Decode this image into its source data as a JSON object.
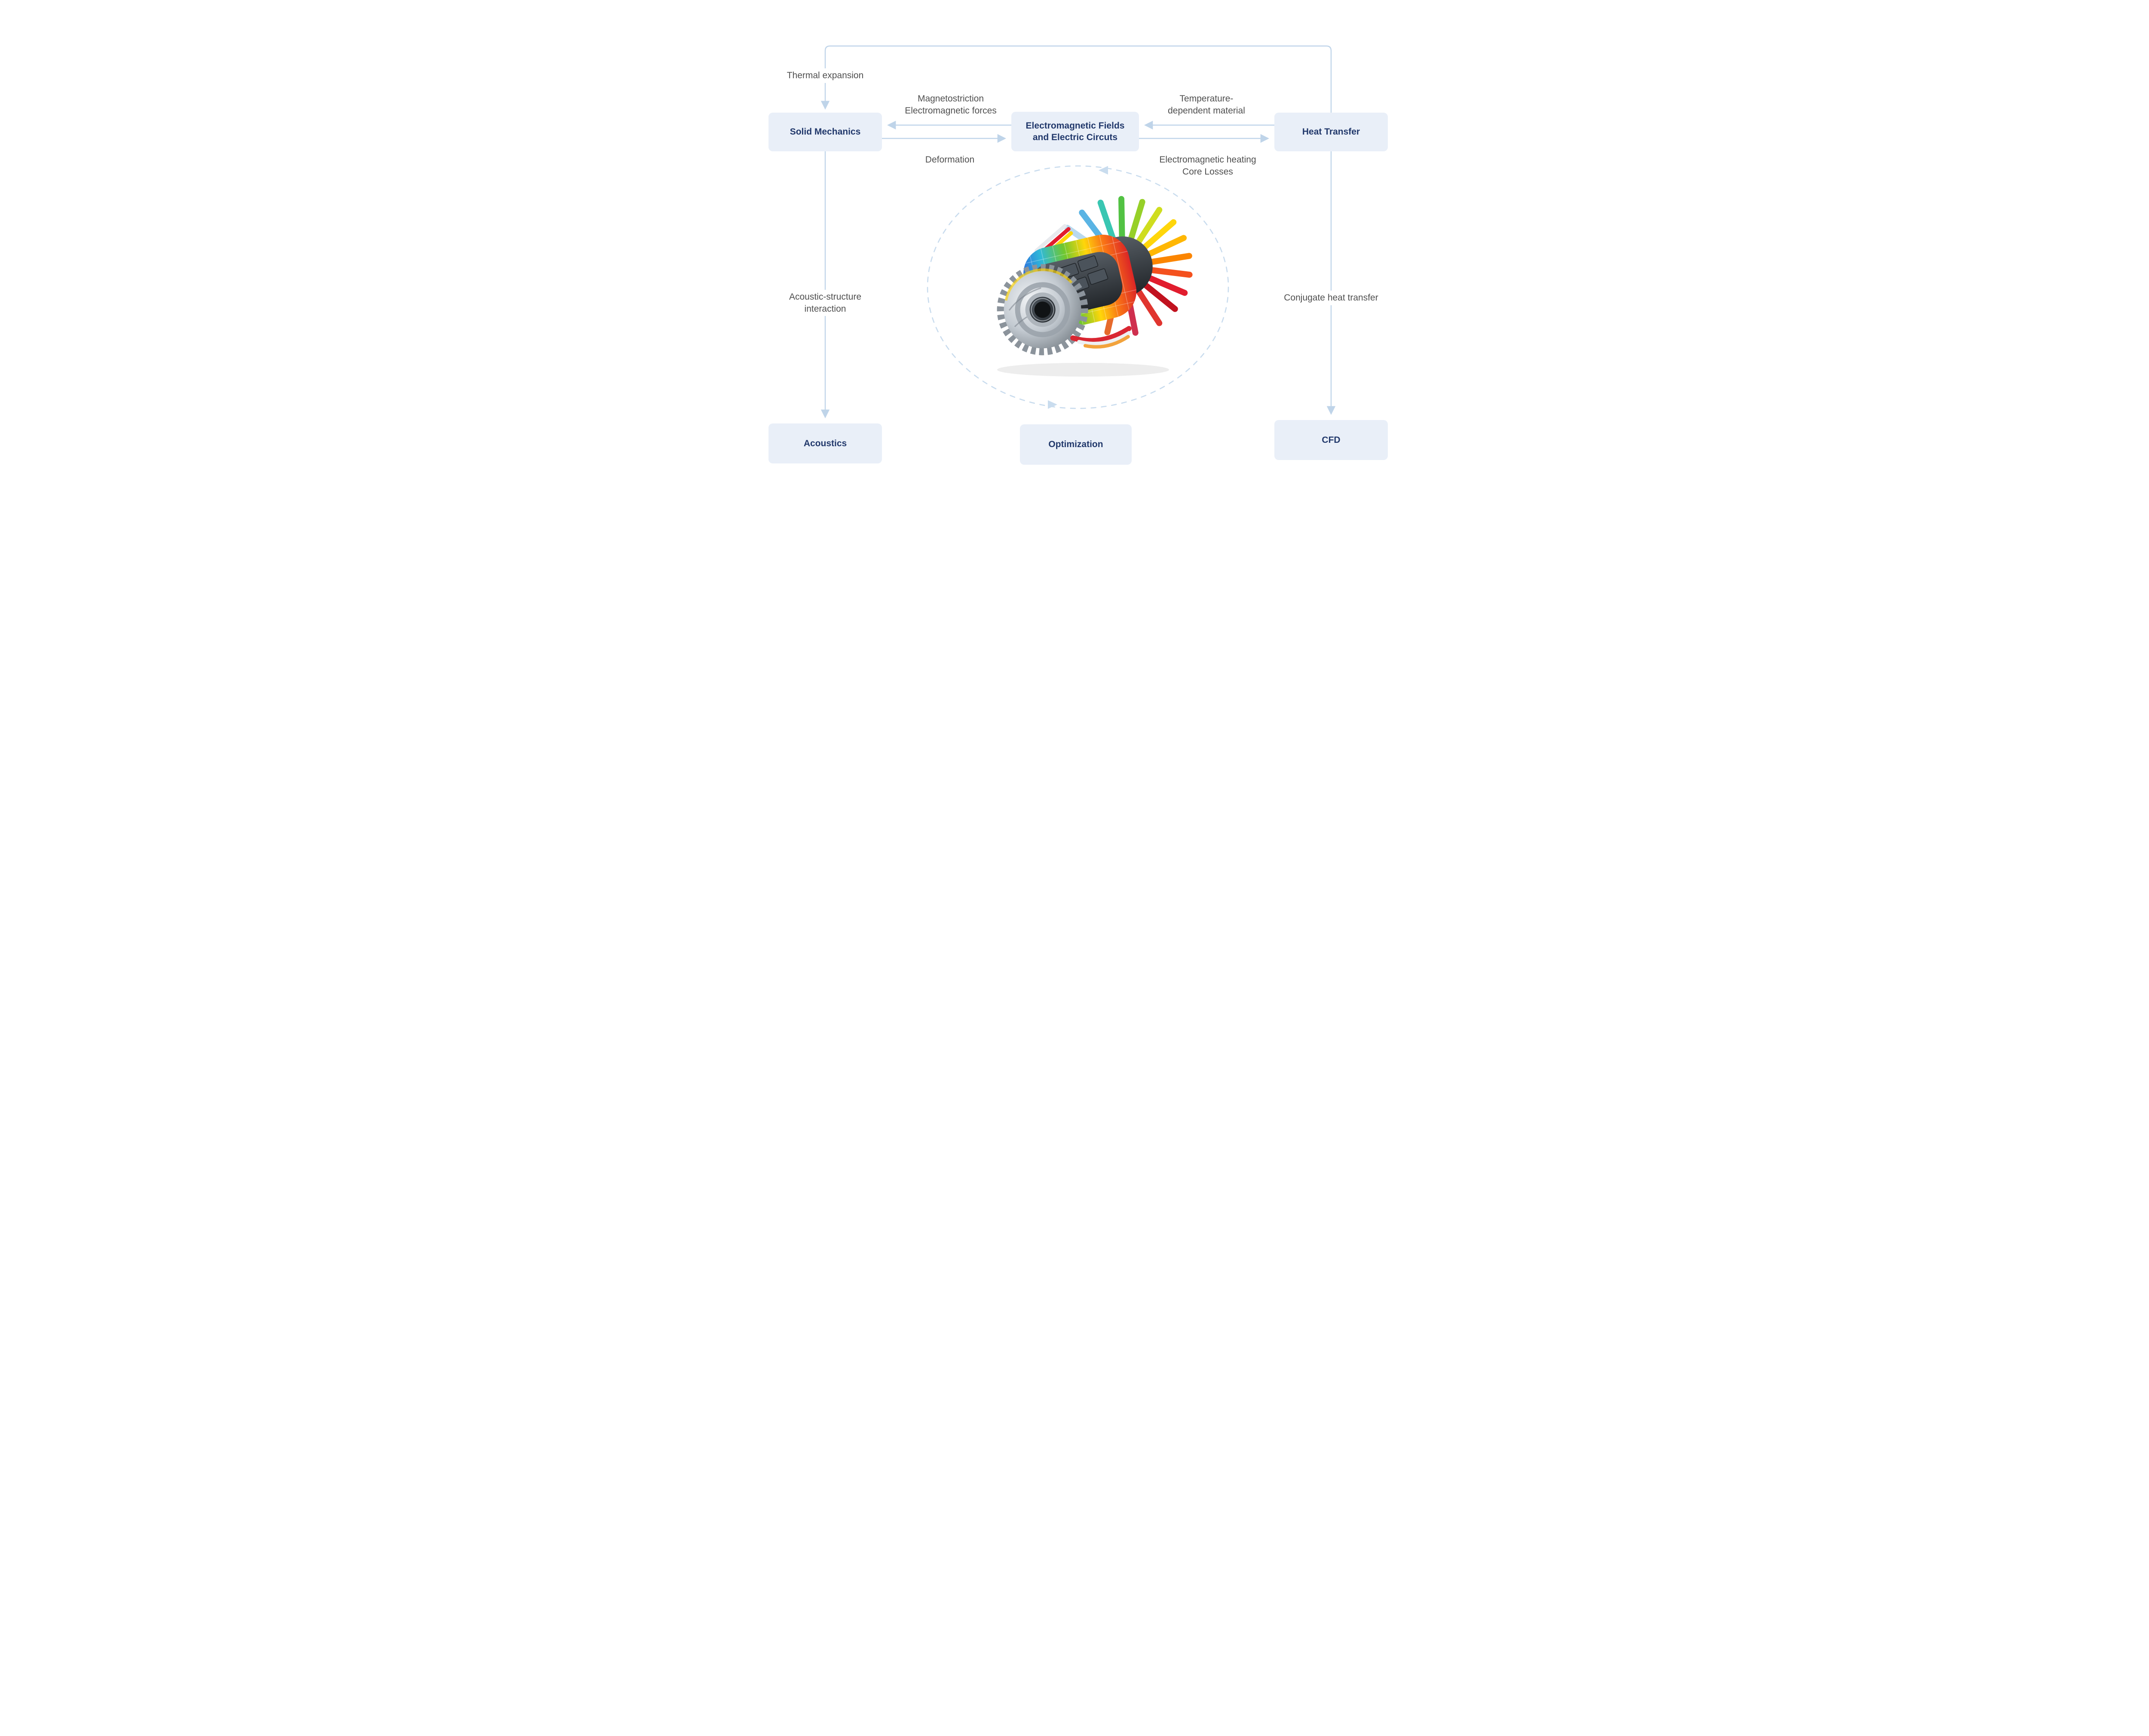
{
  "theme": {
    "box_bg": "#e9eff8",
    "box_text": "#21386b",
    "label_text": "#4f4f4f",
    "line": "#bfd4e9",
    "dash": "#c9dcee"
  },
  "nodes": {
    "solid_mechanics": "Solid Mechanics",
    "em_fields": "Electromagnetic Fields\nand Electric Circuts",
    "heat_transfer": "Heat Transfer",
    "acoustics": "Acoustics",
    "optimization": "Optimization",
    "cfd": "CFD"
  },
  "edges": {
    "thermal_expansion": "Thermal expansion",
    "magnetostriction": "Magnetostriction\nElectromagnetic forces",
    "deformation": "Deformation",
    "temperature_dependent": "Temperature-\ndependent material",
    "em_heating": "Electromagnetic heating\nCore Losses",
    "acoustic_structure": "Acoustic-structure\ninteraction",
    "conjugate_heat_transfer": "Conjugate heat transfer"
  },
  "center_graphic": {
    "name": "electric-motor-3d-render"
  }
}
